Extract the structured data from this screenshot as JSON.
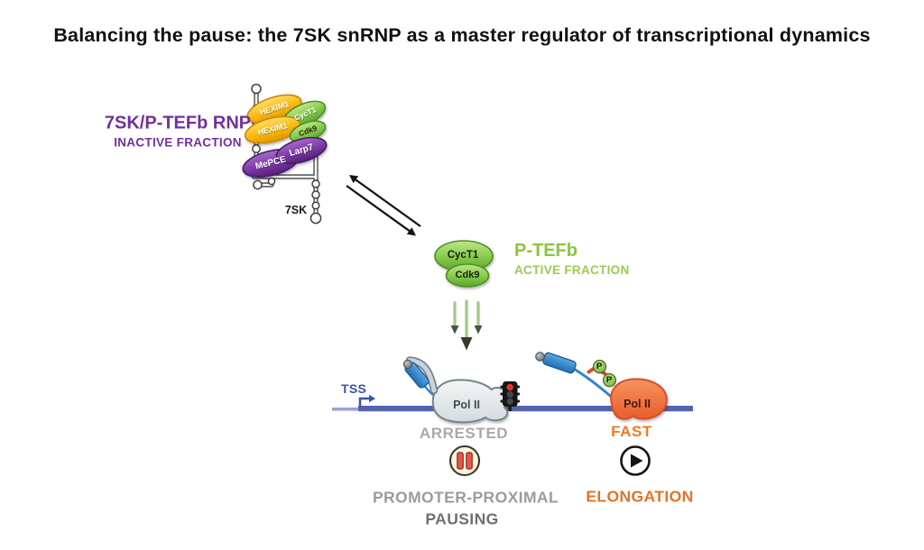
{
  "title": "Balancing the pause: the 7SK snRNP as a master regulator of transcriptional dynamics",
  "inactive_complex": {
    "label": "7SK/P-TEFb RNP",
    "sublabel": "INACTIVE FRACTION",
    "rna_label": "7SK",
    "proteins": {
      "hexim1_top": "HEXIM1",
      "hexim1_bottom": "HEXIM1",
      "cyct1": "CycT1",
      "cdk9": "Cdk9",
      "larp7": "Larp7",
      "mepce": "MePCE"
    }
  },
  "active_ptefb": {
    "label": "P-TEFb",
    "sublabel": "ACTIVE FRACTION",
    "proteins": {
      "cyct1": "CycT1",
      "cdk9": "Cdk9"
    }
  },
  "pausing_panel": {
    "tss": "TSS",
    "pol2": "Pol II",
    "state": "ARRESTED",
    "caption_line1": "PROMOTER-PROXIMAL",
    "caption_line2": "PAUSING"
  },
  "elongation_panel": {
    "pol2": "Pol II",
    "state": "FAST",
    "caption": "ELONGATION",
    "phospho": "P"
  },
  "colors": {
    "label_purple": "#7030A0",
    "label_green": "#8BC63E",
    "state_gray": "#A9A9A9",
    "caption_gray": "#9C9C9C",
    "caption_dark_gray": "#6F6F6F",
    "state_orange": "#F4791F",
    "caption_orange": "#DF7428",
    "tss_blue": "#3D54A5",
    "dna_blue": "#5563AE",
    "protein_yellow": "#F9B90B",
    "protein_green": "#7CC43F",
    "protein_purple": "#7B3AA4",
    "pol2_gray": "#E4E9EA",
    "pol2_orange": "#EF6D3B",
    "rna_blue": "#2E86C8",
    "phospho_green": "#6FB434",
    "pause_red": "#E3594C",
    "traffic_red": "#E6352B"
  }
}
